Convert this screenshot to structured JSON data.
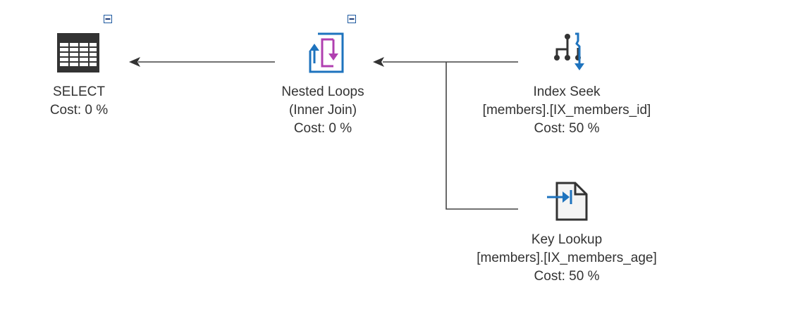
{
  "colors": {
    "icon_dark": "#333333",
    "icon_blue": "#1e73be",
    "icon_magenta": "#b040b0",
    "connector": "#333333",
    "text": "#333333"
  },
  "nodes": {
    "select": {
      "icon": "table-grid-icon",
      "name": "SELECT",
      "cost": "Cost: 0 %"
    },
    "nested_loops": {
      "icon": "nested-loops-icon",
      "name": "Nested Loops",
      "detail": "(Inner Join)",
      "cost": "Cost: 0 %"
    },
    "index_seek": {
      "icon": "index-seek-icon",
      "name": "Index Seek",
      "detail": "[members].[IX_members_id]",
      "cost": "Cost: 50 %"
    },
    "key_lookup": {
      "icon": "key-lookup-icon",
      "name": "Key Lookup",
      "detail": "[members].[IX_members_age]",
      "cost": "Cost: 50 %"
    }
  }
}
